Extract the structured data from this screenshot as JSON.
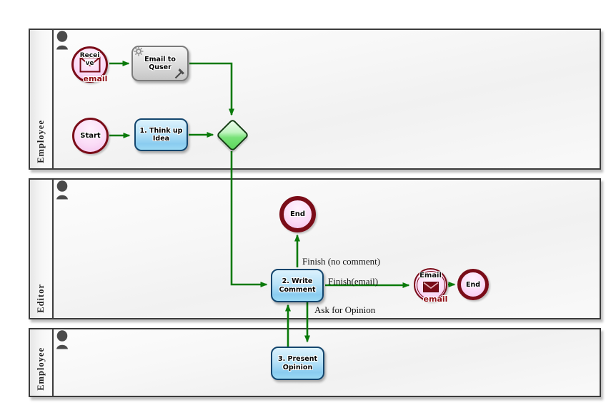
{
  "diagram": {
    "lanes": [
      {
        "label": "Employee"
      },
      {
        "label": "Editor"
      },
      {
        "label": "Employee"
      }
    ],
    "nodes": {
      "receive_email": {
        "line1": "Recei",
        "line2": "ve",
        "sub": "email"
      },
      "email_to_quser": {
        "line1": "Email to",
        "line2": "Quser"
      },
      "start": {
        "label": "Start"
      },
      "think_up_idea": {
        "line1": "1. Think up",
        "line2": "Idea"
      },
      "end_top": {
        "label": "End"
      },
      "write_comment": {
        "line1": "2. Write",
        "line2": "Comment"
      },
      "email_event": {
        "label": "Email",
        "sub": "email"
      },
      "end_right": {
        "label": "End"
      },
      "present_opinion": {
        "line1": "3. Present",
        "line2": "Opinion"
      }
    },
    "flow_labels": {
      "finish_no_comment": "Finish (no comment)",
      "finish_email": "Finish(email)",
      "ask_for_opinion": "Ask for Opinion"
    },
    "icons": {
      "person": "person-icon",
      "gear": "gear-icon",
      "hammer": "hammer-icon",
      "envelope_outline": "envelope-icon",
      "envelope_filled": "envelope-icon"
    },
    "colors": {
      "flow_green": "#0a7a0a",
      "event_border_maroon": "#7a0c18",
      "event_fill_pink": "#fbddf7",
      "task_border_blue": "#14466e",
      "task_fill_blue": "#8accf0",
      "task_border_gray": "#7b7b7b",
      "task_fill_gray": "#d4d4d4",
      "gateway_green": "#5ad65a",
      "lane_border": "#3c3c3c"
    }
  }
}
